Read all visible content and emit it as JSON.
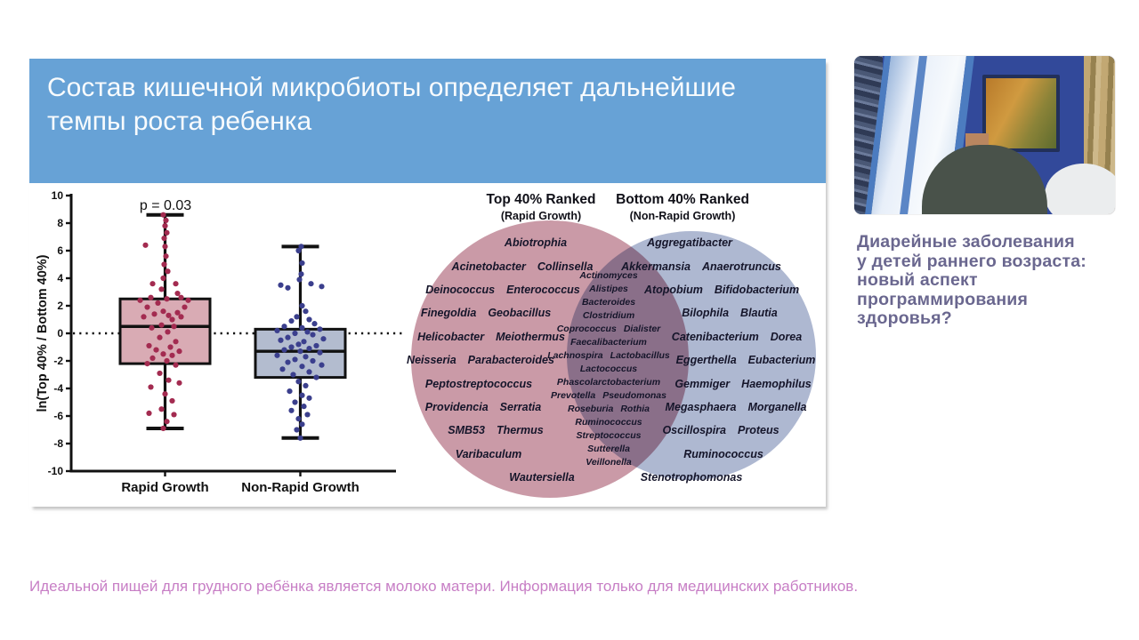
{
  "slide": {
    "title": "Состав кишечной микробиоты определяет дальнейшие темпы роста ребенка"
  },
  "topic": {
    "text": "Диарейные заболевания\nу детей раннего возраста:\nновый аспект\nпрограммирования\nздоровья?"
  },
  "disclaimer": "Идеальной пищей для грудного ребёнка является молоко матери. Информация только для медицинских работников.",
  "video": {
    "description": "presenter webcam"
  },
  "colors": {
    "header_bg": "#67a2d6",
    "header_text": "#f8fbfd",
    "rapid_fill": "#d9abb4",
    "rapid_point": "#a32b50",
    "nonrapid_fill": "#b3bccf",
    "nonrapid_point": "#3b3f8d",
    "venn_left": "#c795a2",
    "venn_right": "#aab4cf",
    "topic_text": "#6a678f",
    "disclaimer_text": "#c77ec5"
  },
  "chart_data": [
    {
      "type": "box",
      "title": "",
      "annotation": "p = 0.03",
      "xlabel": "",
      "ylabel": "ln(Top 40% / Bottom 40%)",
      "ylim": [
        -10,
        10
      ],
      "ytick_step": 2,
      "zero_line": "dotted horizontal line at 0",
      "grid": false,
      "categories": [
        "Rapid Growth",
        "Non-Rapid Growth"
      ],
      "series": [
        {
          "name": "Rapid Growth",
          "whisker_low": -6.9,
          "q1": -2.2,
          "median": 0.5,
          "q3": 2.5,
          "whisker_high": 8.6,
          "fill": "#d9abb4",
          "point_color": "#a32b50",
          "points": [
            [
              -2,
              8.6
            ],
            [
              1,
              8.2
            ],
            [
              0,
              7.8
            ],
            [
              2,
              7.3
            ],
            [
              -1,
              6.9
            ],
            [
              -22,
              6.4
            ],
            [
              0,
              6.3
            ],
            [
              1,
              5.6
            ],
            [
              -1,
              5.0
            ],
            [
              3,
              4.5
            ],
            [
              -2,
              4.0
            ],
            [
              -14,
              3.6
            ],
            [
              12,
              3.6
            ],
            [
              -4,
              3.2
            ],
            [
              14,
              2.9
            ],
            [
              -16,
              2.6
            ],
            [
              18,
              2.6
            ],
            [
              2,
              2.5
            ],
            [
              -28,
              2.4
            ],
            [
              26,
              2.4
            ],
            [
              -8,
              2.2
            ],
            [
              -20,
              1.9
            ],
            [
              22,
              1.9
            ],
            [
              -2,
              1.6
            ],
            [
              14,
              1.5
            ],
            [
              -12,
              1.4
            ],
            [
              4,
              1.3
            ],
            [
              18,
              1.2
            ],
            [
              -24,
              1.2
            ],
            [
              8,
              1.0
            ],
            [
              -4,
              0.6
            ],
            [
              10,
              0.5
            ],
            [
              -15,
              0.4
            ],
            [
              3,
              0.1
            ],
            [
              -6,
              -0.3
            ],
            [
              12,
              -0.6
            ],
            [
              -18,
              -0.9
            ],
            [
              6,
              -1.0
            ],
            [
              -10,
              -1.2
            ],
            [
              16,
              -1.3
            ],
            [
              -2,
              -1.5
            ],
            [
              8,
              -1.6
            ],
            [
              -14,
              -1.8
            ],
            [
              2,
              -2.0
            ],
            [
              -20,
              -2.2
            ],
            [
              12,
              -2.3
            ],
            [
              -6,
              -2.9
            ],
            [
              4,
              -3.4
            ],
            [
              16,
              -3.6
            ],
            [
              -16,
              -3.9
            ],
            [
              0,
              -4.4
            ],
            [
              8,
              -4.9
            ],
            [
              -4,
              -5.5
            ],
            [
              -18,
              -5.8
            ],
            [
              10,
              -5.9
            ],
            [
              2,
              -6.4
            ],
            [
              -2,
              -6.9
            ]
          ]
        },
        {
          "name": "Non-Rapid Growth",
          "whisker_low": -7.6,
          "q1": -3.2,
          "median": -1.3,
          "q3": 0.3,
          "whisker_high": 6.3,
          "fill": "#b3bccf",
          "point_color": "#3b3f8d",
          "points": [
            [
              1,
              6.3
            ],
            [
              -2,
              6.0
            ],
            [
              2,
              5.1
            ],
            [
              1,
              4.3
            ],
            [
              -1,
              3.9
            ],
            [
              12,
              3.6
            ],
            [
              -22,
              3.5
            ],
            [
              24,
              3.4
            ],
            [
              -14,
              3.3
            ],
            [
              2,
              2.0
            ],
            [
              6,
              1.6
            ],
            [
              -4,
              1.2
            ],
            [
              10,
              1.0
            ],
            [
              -10,
              0.9
            ],
            [
              16,
              0.7
            ],
            [
              -18,
              0.5
            ],
            [
              2,
              0.4
            ],
            [
              22,
              0.3
            ],
            [
              -26,
              0.2
            ],
            [
              8,
              0.1
            ],
            [
              -6,
              0.0
            ],
            [
              14,
              -0.1
            ],
            [
              -14,
              -0.3
            ],
            [
              26,
              -0.4
            ],
            [
              -22,
              -0.5
            ],
            [
              4,
              -0.6
            ],
            [
              -2,
              -0.8
            ],
            [
              18,
              -0.9
            ],
            [
              -10,
              -1.0
            ],
            [
              10,
              -1.1
            ],
            [
              -18,
              -1.2
            ],
            [
              0,
              -1.3
            ],
            [
              22,
              -1.4
            ],
            [
              -26,
              -1.6
            ],
            [
              6,
              -1.7
            ],
            [
              -6,
              -1.9
            ],
            [
              14,
              -2.0
            ],
            [
              -14,
              -2.1
            ],
            [
              24,
              -2.3
            ],
            [
              2,
              -2.4
            ],
            [
              -20,
              -2.6
            ],
            [
              10,
              -2.8
            ],
            [
              -8,
              -3.0
            ],
            [
              18,
              -3.2
            ],
            [
              -2,
              -3.5
            ],
            [
              6,
              -3.8
            ],
            [
              -12,
              -4.2
            ],
            [
              2,
              -4.5
            ],
            [
              10,
              -4.7
            ],
            [
              -6,
              -5.0
            ],
            [
              4,
              -5.3
            ],
            [
              -10,
              -5.6
            ],
            [
              8,
              -5.9
            ],
            [
              -2,
              -6.2
            ],
            [
              2,
              -6.6
            ],
            [
              -4,
              -7.0
            ],
            [
              0,
              -7.6
            ]
          ]
        }
      ]
    },
    {
      "type": "venn",
      "sets": [
        {
          "label": "Top 40% Ranked",
          "sublabel": "(Rapid Growth)",
          "color": "#c795a2"
        },
        {
          "label": "Bottom 40% Ranked",
          "sublabel": "(Non-Rapid Growth)",
          "color": "#aab4cf"
        }
      ],
      "left_only": [
        [
          "Abiotrophia"
        ],
        [
          "Acinetobacter",
          "Collinsella"
        ],
        [
          "Deinococcus",
          "Enterococcus"
        ],
        [
          "Finegoldia",
          "Geobacillus"
        ],
        [
          "Helicobacter",
          "Meiothermus"
        ],
        [
          "Neisseria",
          "Parabacteroides"
        ],
        [
          "Peptostreptococcus"
        ],
        [
          "Providencia",
          "Serratia"
        ],
        [
          "SMB53",
          "Thermus"
        ],
        [
          "Varibaculum"
        ],
        [
          "Wautersiella"
        ]
      ],
      "intersection": [
        [
          "Actinomyces"
        ],
        [
          "Alistipes"
        ],
        [
          "Bacteroides"
        ],
        [
          "Clostridium"
        ],
        [
          "Coprococcus",
          "Dialister"
        ],
        [
          "Faecalibacterium"
        ],
        [
          "Lachnospira",
          "Lactobacillus"
        ],
        [
          "Lactococcus"
        ],
        [
          "Phascolarctobacterium"
        ],
        [
          "Prevotella",
          "Pseudomonas"
        ],
        [
          "Roseburia",
          "Rothia"
        ],
        [
          "Ruminococcus"
        ],
        [
          "Streptococcus"
        ],
        [
          "Sutterella"
        ],
        [
          "Veillonella"
        ]
      ],
      "right_only": [
        [
          "Aggregatibacter"
        ],
        [
          "Akkermansia",
          "Anaerotruncus"
        ],
        [
          "Atopobium",
          "Bifidobacterium"
        ],
        [
          "Bilophila",
          "Blautia"
        ],
        [
          "Catenibacterium",
          "Dorea"
        ],
        [
          "Eggerthella",
          "Eubacterium"
        ],
        [
          "Gemmiger",
          "Haemophilus"
        ],
        [
          "Megasphaera",
          "Morganella"
        ],
        [
          "Oscillospira",
          "Proteus"
        ],
        [
          "Ruminococcus"
        ],
        [
          "Stenotrophomonas"
        ]
      ]
    }
  ]
}
